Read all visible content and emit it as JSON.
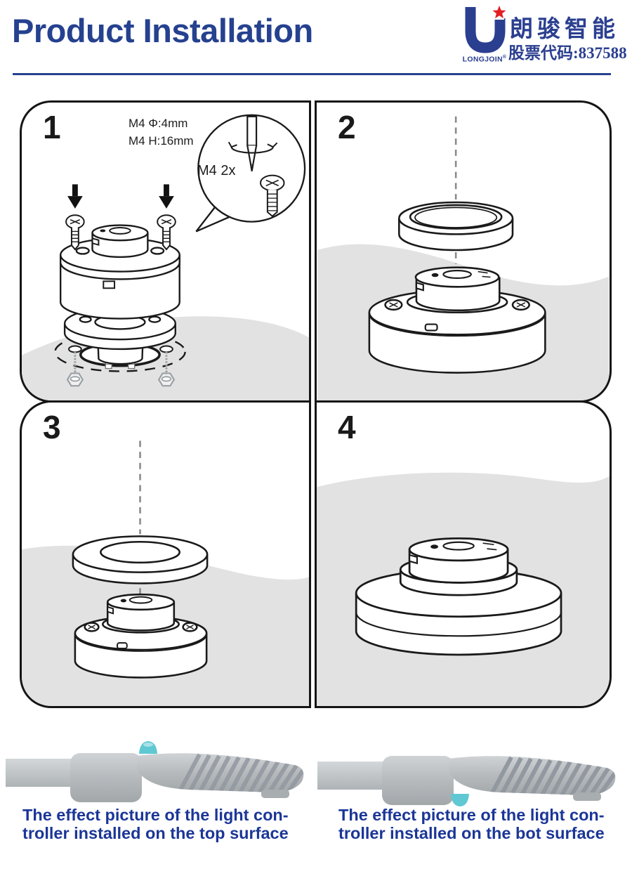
{
  "header": {
    "title": "Product Installation",
    "logo": {
      "brand": "LONGJOIN",
      "reg_mark": "®",
      "cn_name": "朗骏智能",
      "stock_code_line": "股票代码:837588"
    }
  },
  "colors": {
    "accent_blue": "#25418f",
    "caption_blue": "#1b3697",
    "logo_blue": "#2b3f90",
    "logo_star_red": "#e31e24",
    "line_black": "#1a1a1a",
    "shadow_gray": "#e2e2e2",
    "sensor_teal": "#5fc8d3",
    "fixture_gray": "#b9bdc0"
  },
  "steps": [
    {
      "number": "1",
      "specs": [
        "M4 Φ:4mm",
        "M4 H:16mm"
      ],
      "callout_label": "M4 2x"
    },
    {
      "number": "2"
    },
    {
      "number": "3"
    },
    {
      "number": "4"
    }
  ],
  "figures": [
    {
      "id": "top-surface",
      "caption": [
        "The effect picture of the light con-",
        "troller installed on the top surface"
      ]
    },
    {
      "id": "bot-surface",
      "caption": [
        "The effect picture of the light con-",
        "troller installed on the bot surface"
      ]
    }
  ]
}
